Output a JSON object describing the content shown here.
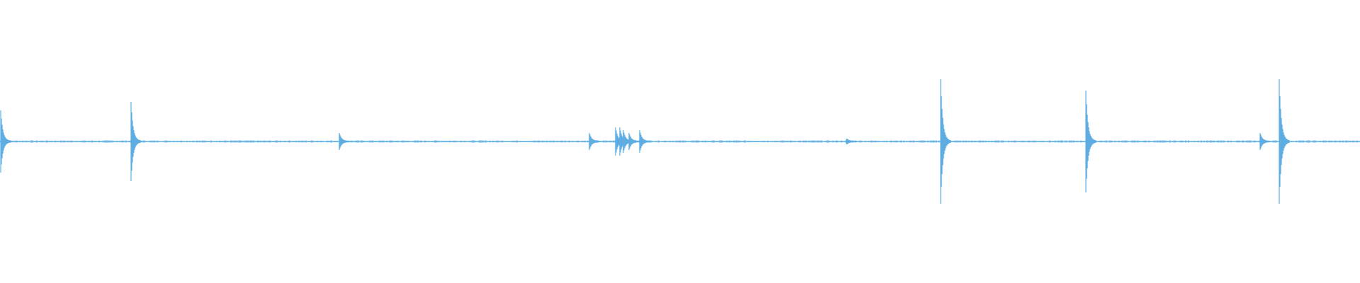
{
  "waveform": {
    "color": "#5DADE2",
    "background": "#ffffff",
    "spikes_relative": [
      {
        "t": 0.0,
        "amp": 0.11
      },
      {
        "t": 0.096,
        "amp": 0.14
      },
      {
        "t": 0.249,
        "amp": 0.03
      },
      {
        "t": 0.433,
        "amp": 0.03
      },
      {
        "t": 0.452,
        "amp": 0.05
      },
      {
        "t": 0.455,
        "amp": 0.05
      },
      {
        "t": 0.458,
        "amp": 0.04
      },
      {
        "t": 0.462,
        "amp": 0.03
      },
      {
        "t": 0.47,
        "amp": 0.04
      },
      {
        "t": 0.622,
        "amp": 0.01
      },
      {
        "t": 0.691,
        "amp": 0.22
      },
      {
        "t": 0.798,
        "amp": 0.18
      },
      {
        "t": 0.926,
        "amp": 0.03
      },
      {
        "t": 0.94,
        "amp": 0.22
      }
    ]
  }
}
